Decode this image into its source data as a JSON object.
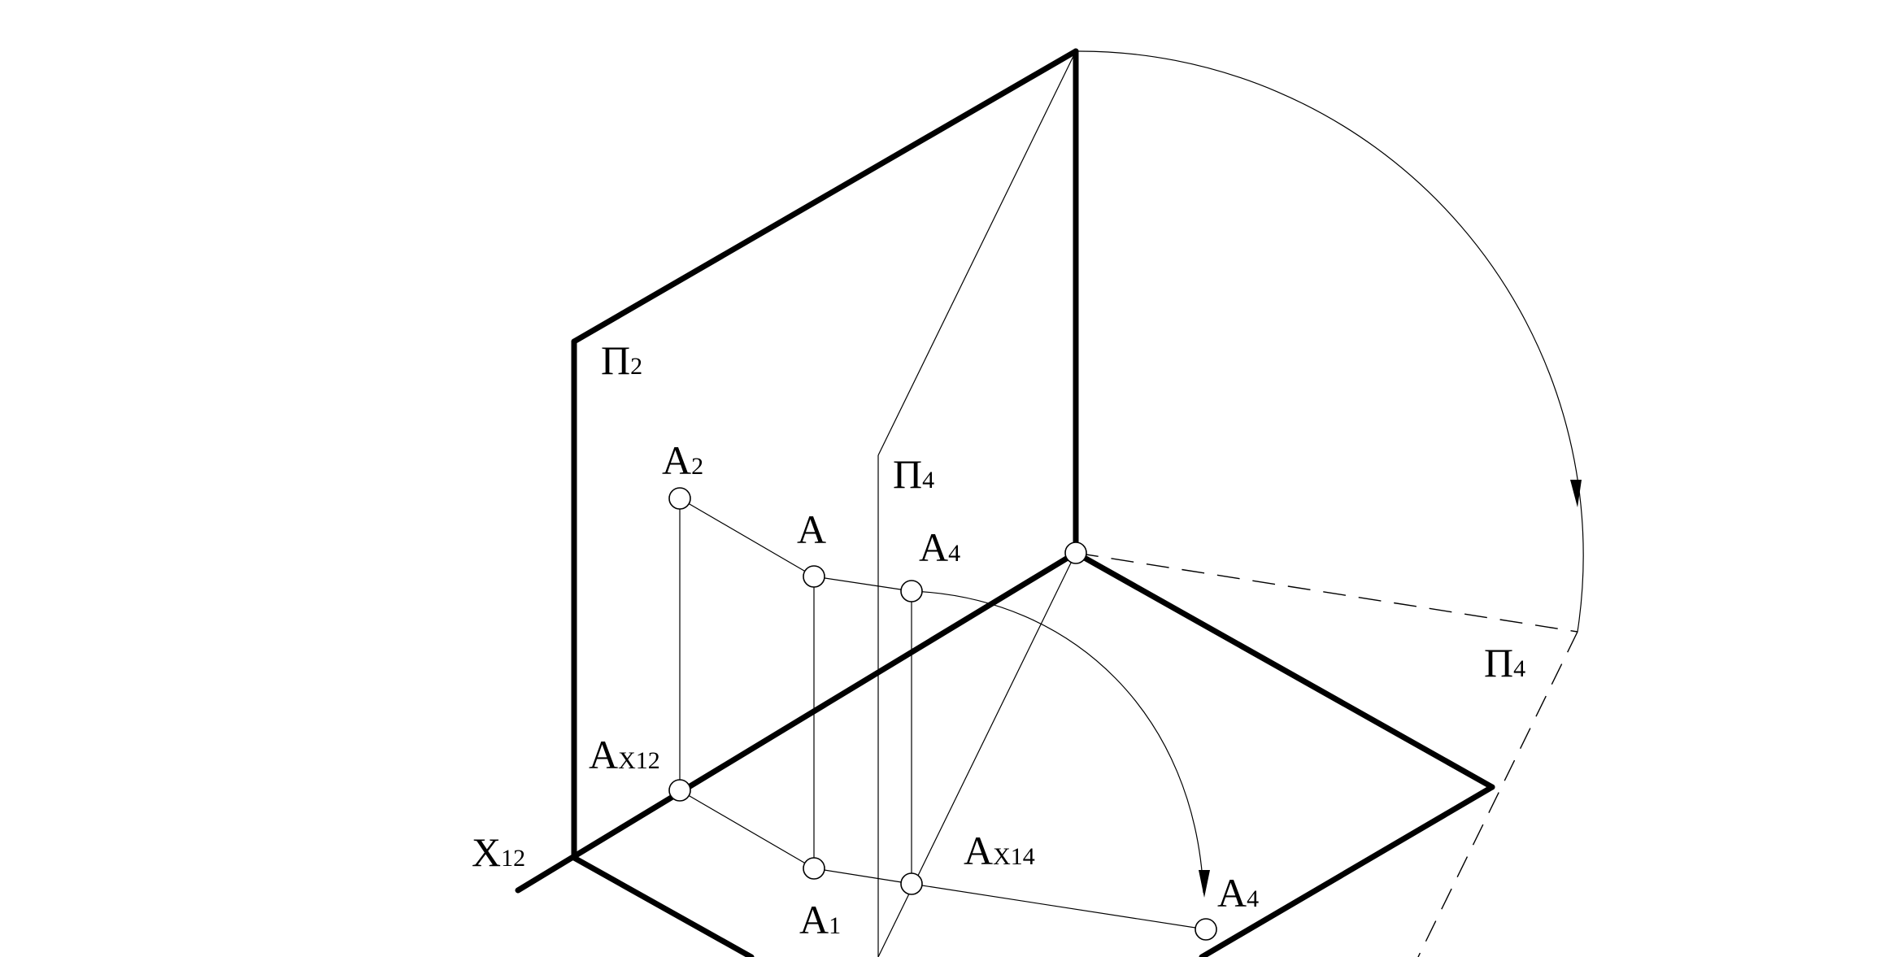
{
  "labels": {
    "pi2": {
      "main": "П",
      "sub": "2"
    },
    "pi4_vertical": {
      "main": "П",
      "sub": "4"
    },
    "pi4_rotated": {
      "main": "П",
      "sub": "4"
    },
    "a2": {
      "main": "A",
      "sub": "2"
    },
    "a": {
      "main": "A",
      "sub": ""
    },
    "a4_top": {
      "main": "A",
      "sub": "4"
    },
    "ax12": {
      "main": "A",
      "sub": "X12"
    },
    "x12": {
      "main": "X",
      "sub": "12"
    },
    "a1": {
      "main": "A",
      "sub": "1"
    },
    "ax14": {
      "main": "A",
      "sub": "X14"
    },
    "a4_bottom": {
      "main": "A",
      "sub": "4"
    }
  }
}
